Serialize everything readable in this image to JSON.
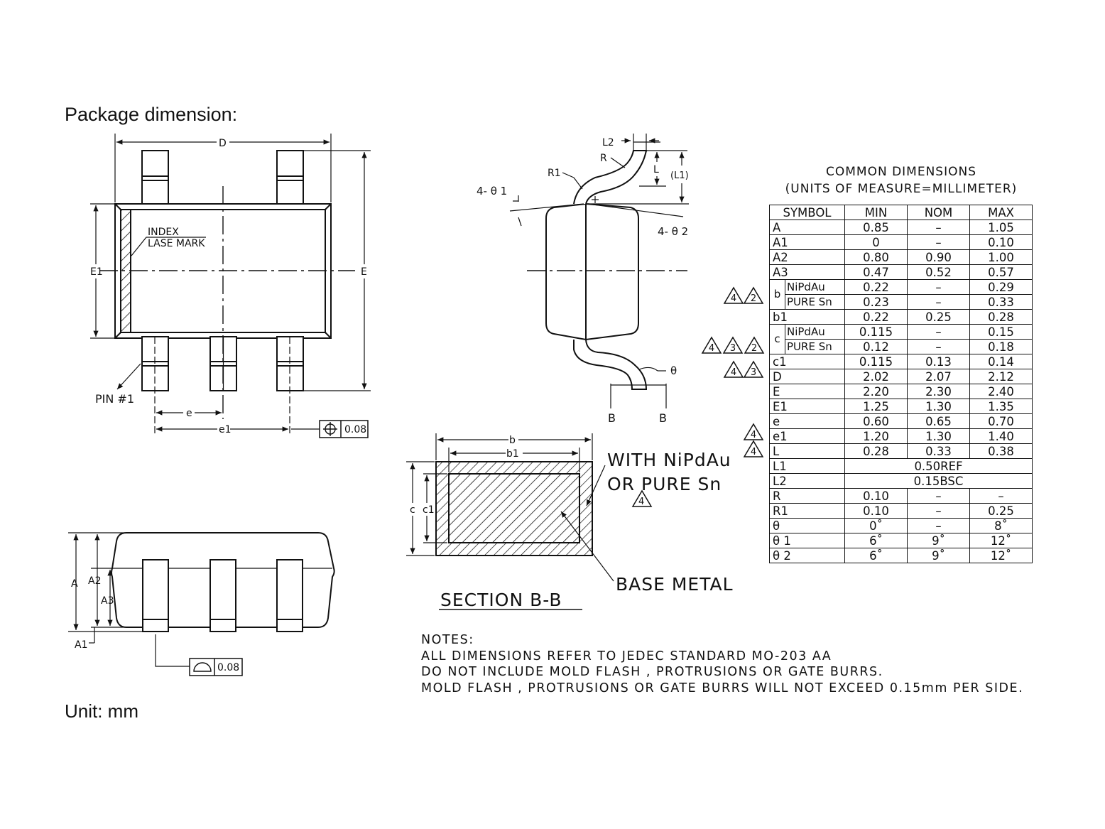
{
  "page_title": "Package dimension:",
  "unit_text": "Unit: mm",
  "top_view": {
    "label_D": "D",
    "label_E": "E",
    "label_E1": "E1",
    "label_e": "e",
    "label_e1": "e1",
    "index_line1": "INDEX",
    "index_line2": "LASE MARK",
    "pin1_label": "PIN #1",
    "position_tolerance": "0.08"
  },
  "side_view": {
    "label_A": "A",
    "label_A1": "A1",
    "label_A2": "A2",
    "label_A3": "A3",
    "flatness_tolerance": "0.08"
  },
  "lead_view": {
    "label_L2": "L2",
    "label_R": "R",
    "label_R1": "R1",
    "label_L": "L",
    "label_L1": "(L1)",
    "label_theta1": "4- θ 1",
    "label_theta2": "4- θ 2",
    "label_theta": "θ",
    "label_B_left": "B",
    "label_B_right": "B"
  },
  "section_bb": {
    "label_b": "b",
    "label_b1": "b1",
    "label_c": "c",
    "label_c1": "c1",
    "plating_line1": "WITH  NiPdAu",
    "plating_line2": "OR  PURE  Sn",
    "base_metal": "BASE  METAL",
    "section_title": "SECTION  B-B",
    "note_flag": "4"
  },
  "common_dimensions": {
    "title_line1": "COMMON  DIMENSIONS",
    "title_line2": "(UNITS  OF  MEASURE=MILLIMETER)",
    "headers": [
      "SYMBOL",
      "MIN",
      "NOM",
      "MAX"
    ],
    "rows": {
      "A": [
        "A",
        "0.85",
        "–",
        "1.05"
      ],
      "A1": [
        "A1",
        "0",
        "–",
        "0.10"
      ],
      "A2": [
        "A2",
        "0.80",
        "0.90",
        "1.00"
      ],
      "A3": [
        "A3",
        "0.47",
        "0.52",
        "0.57"
      ],
      "b_group": "b",
      "b_nipdau": [
        "NiPdAu",
        "0.22",
        "–",
        "0.29"
      ],
      "b_puresn": [
        "PURE  Sn",
        "0.23",
        "–",
        "0.33"
      ],
      "b1": [
        "b1",
        "0.22",
        "0.25",
        "0.28"
      ],
      "c_group": "c",
      "c_nipdau": [
        "NiPdAu",
        "0.115",
        "–",
        "0.15"
      ],
      "c_puresn": [
        "PURE  Sn",
        "0.12",
        "–",
        "0.18"
      ],
      "c1": [
        "c1",
        "0.115",
        "0.13",
        "0.14"
      ],
      "D": [
        "D",
        "2.02",
        "2.07",
        "2.12"
      ],
      "E": [
        "E",
        "2.20",
        "2.30",
        "2.40"
      ],
      "E1": [
        "E1",
        "1.25",
        "1.30",
        "1.35"
      ],
      "e": [
        "e",
        "0.60",
        "0.65",
        "0.70"
      ],
      "e1": [
        "e1",
        "1.20",
        "1.30",
        "1.40"
      ],
      "L": [
        "L",
        "0.28",
        "0.33",
        "0.38"
      ],
      "L1": [
        "L1",
        "0.50REF"
      ],
      "L2": [
        "L2",
        "0.15BSC"
      ],
      "R": [
        "R",
        "0.10",
        "–",
        "–"
      ],
      "R1": [
        "R1",
        "0.10",
        "–",
        "0.25"
      ],
      "theta": [
        "θ",
        "0˚",
        "–",
        "8˚"
      ],
      "theta1": [
        "θ 1",
        "6˚",
        "9˚",
        "12˚"
      ],
      "theta2": [
        "θ 2",
        "6˚",
        "9˚",
        "12˚"
      ]
    },
    "flags": {
      "b": [
        "4",
        "2"
      ],
      "c": [
        "4",
        "3",
        "2"
      ],
      "c1": [
        "4",
        "3"
      ],
      "e": [
        "4"
      ],
      "e1": [
        "4"
      ]
    }
  },
  "notes": {
    "heading": "NOTES:",
    "line1": "ALL  DIMENSIONS  REFER  TO  JEDEC  STANDARD  MO-203  AA",
    "line2": "DO  NOT  INCLUDE  MOLD  FLASH  ,  PROTRUSIONS  OR  GATE  BURRS.",
    "line3": "MOLD  FLASH  ,  PROTRUSIONS  OR  GATE  BURRS  WILL  NOT  EXCEED  0.15mm  PER  SIDE."
  }
}
